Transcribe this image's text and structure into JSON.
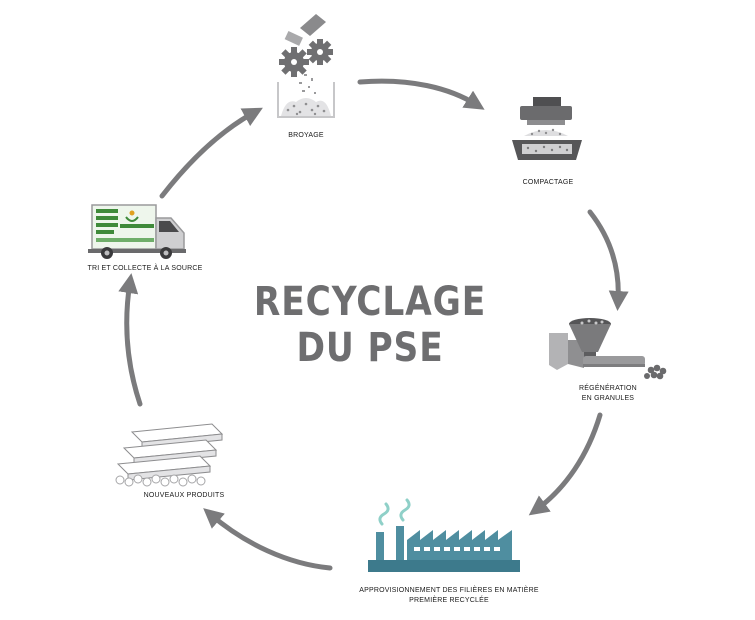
{
  "title": {
    "line1": "RECYCLAGE",
    "line2": "DU PSE"
  },
  "colors": {
    "arrow": "#7b7b7d",
    "text": "#6e6e70",
    "teal": "#4f8ea0",
    "green": "#3f8a3a"
  },
  "steps": [
    {
      "label_lines": [
        "BROYAGE"
      ],
      "icon": "crusher-gears-icon"
    },
    {
      "label_lines": [
        "COMPACTAGE"
      ],
      "icon": "compactor-press-icon"
    },
    {
      "label_lines": [
        "RÉGÉNÉRATION",
        "EN GRANULES"
      ],
      "icon": "extruder-hopper-icon"
    },
    {
      "label_lines": [
        "APPROVISIONNEMENT DES FILIÈRES EN MATIÈRE",
        "PREMIÈRE RECYCLÉE"
      ],
      "icon": "factory-icon"
    },
    {
      "label_lines": [
        "NOUVEAUX PRODUITS"
      ],
      "icon": "stacked-panels-icon"
    },
    {
      "label_lines": [
        "TRI ET COLLECTE À LA SOURCE"
      ],
      "icon": "delivery-truck-icon"
    }
  ]
}
